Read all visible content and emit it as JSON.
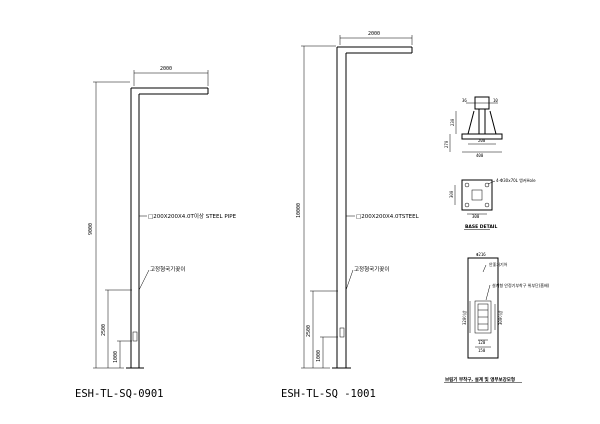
{
  "pole1": {
    "arm_length": "2000",
    "height": "9000",
    "pipe_spec": "□200X200X4.0T이상 STEEL PIPE",
    "bracket": "고정형국기꽂이",
    "dim_2500": "2500",
    "dim_1000": "1000",
    "model": "ESH-TL-SQ-0901"
  },
  "pole2": {
    "arm_length": "2000",
    "height": "10000",
    "pipe_spec": "□200X200X4.0TSTEEL",
    "bracket": "고정형국기꽂이",
    "dim_2500": "2500",
    "dim_1000": "1000",
    "model": "ESH-TL-SQ -1001"
  },
  "base_side": {
    "dim_top_a": "36",
    "dim_top_b": "10",
    "dim_200": "200",
    "dim_400": "400",
    "dim_230": "230",
    "dim_270": "270"
  },
  "base_plan": {
    "hole_note": "4-Φ30x70L 앵커Hole",
    "dim_300_v": "300",
    "dim_300_h": "300",
    "title": "BASE DETAIL"
  },
  "foundation": {
    "dim_216": "Φ216",
    "note_1": "안좋거기어",
    "note_2": "설계형 안정기부착구 위부단(흡배)",
    "dim_320": "320이상",
    "dim_300": "300이상",
    "dim_120": "120",
    "dim_150": "150",
    "title": "브림기 부착구, 설계 및 앵부보강모형"
  }
}
